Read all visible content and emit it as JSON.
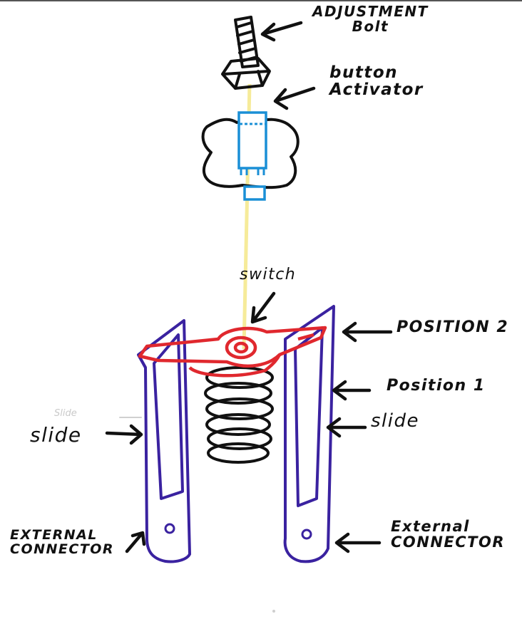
{
  "labels": {
    "adjustment_bolt": "ADJUSTMENT\nBolt",
    "button_activator": "button\nActivator",
    "switch": "switch",
    "position_2": "POSITION 2",
    "position_1": "Position 1",
    "slide_left": "slide",
    "slide_right": "slide",
    "slide_faint": "Slide",
    "external_connector_left": "EXTERNAL\nCONNECTOR",
    "external_connector_right": "External\nCONNECTOR"
  },
  "colors": {
    "ink": "#111111",
    "slide_outline": "#3a22a0",
    "switch_arm": "#e0282e",
    "activator_blue": "#1a8fd6",
    "guide_yellow": "#f6eb9a",
    "background": "#ffffff"
  }
}
